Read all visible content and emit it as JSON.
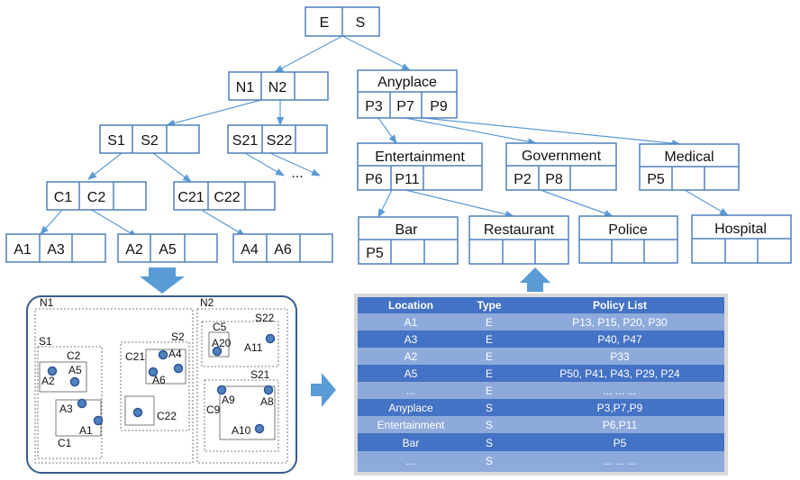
{
  "colors": {
    "node_border": "#4f81bd",
    "edge": "#5b9bd5",
    "arrow_fill": "#5b9bd5",
    "point_fill": "#4f81bd",
    "point_stroke": "#2f5597",
    "table_header": "#4472c4",
    "table_row_light": "#8eaadb",
    "table_row_dark": "#4472c4"
  },
  "tree": {
    "root": [
      "E",
      "S"
    ],
    "n1n2": [
      "N1",
      "N2",
      ""
    ],
    "s1s2": [
      "S1",
      "S2",
      ""
    ],
    "s21s22": [
      "S21",
      "S22",
      ""
    ],
    "ellipsis": "...",
    "c1c2": [
      "C1",
      "C2",
      ""
    ],
    "c21c22": [
      "C21",
      "C22",
      ""
    ],
    "a1a3": [
      "A1",
      "A3",
      ""
    ],
    "a2a5": [
      "A2",
      "A5",
      ""
    ],
    "a4a6": [
      "A4",
      "A6",
      ""
    ],
    "anyplace": {
      "title": "Anyplace",
      "cells": [
        "P3",
        "P7",
        "P9"
      ]
    },
    "entertainment": {
      "title": "Entertainment",
      "cells": [
        "P6",
        "P11",
        ""
      ]
    },
    "government": {
      "title": "Government",
      "cells": [
        "P2",
        "P8",
        ""
      ]
    },
    "medical": {
      "title": "Medical",
      "cells": [
        "P5",
        "",
        ""
      ]
    },
    "bar": {
      "title": "Bar",
      "cells": [
        "P5",
        "",
        ""
      ]
    },
    "restaurant": {
      "title": "Restaurant",
      "cells": [
        "",
        "",
        ""
      ]
    },
    "police": {
      "title": "Police",
      "cells": [
        "",
        "",
        ""
      ]
    },
    "hospital": {
      "title": "Hospital",
      "cells": [
        "",
        "",
        ""
      ]
    }
  },
  "spatial": {
    "regions": {
      "n1": "N1",
      "n2": "N2",
      "s1": "S1",
      "s2": "S2",
      "s21": "S21",
      "s22": "S22",
      "c1": "C1",
      "c2": "C2",
      "c5": "C5",
      "c9": "C9",
      "c21": "C21",
      "c22": "C22"
    },
    "points": {
      "a1": "A1",
      "a2": "A2",
      "a3": "A3",
      "a4": "A4",
      "a5": "A5",
      "a6": "A6",
      "a8": "A8",
      "a9": "A9",
      "a10": "A10",
      "a11": "A11",
      "a20": "A20"
    }
  },
  "table": {
    "headers": [
      "Location",
      "Type",
      "Policy List"
    ],
    "rows": [
      [
        "A1",
        "E",
        "P13, P15, P20, P30"
      ],
      [
        "A3",
        "E",
        "P40, P47"
      ],
      [
        "A2",
        "E",
        "P33"
      ],
      [
        "A5",
        "E",
        "P50, P41, P43, P29, P24"
      ],
      [
        "...",
        "E",
        "... ... ..."
      ],
      [
        "Anyplace",
        "S",
        "P3,P7,P9"
      ],
      [
        "Entertainment",
        "S",
        "P6,P11"
      ],
      [
        "Bar",
        "S",
        "P5"
      ],
      [
        "...",
        "S",
        "... ... ..."
      ]
    ]
  }
}
